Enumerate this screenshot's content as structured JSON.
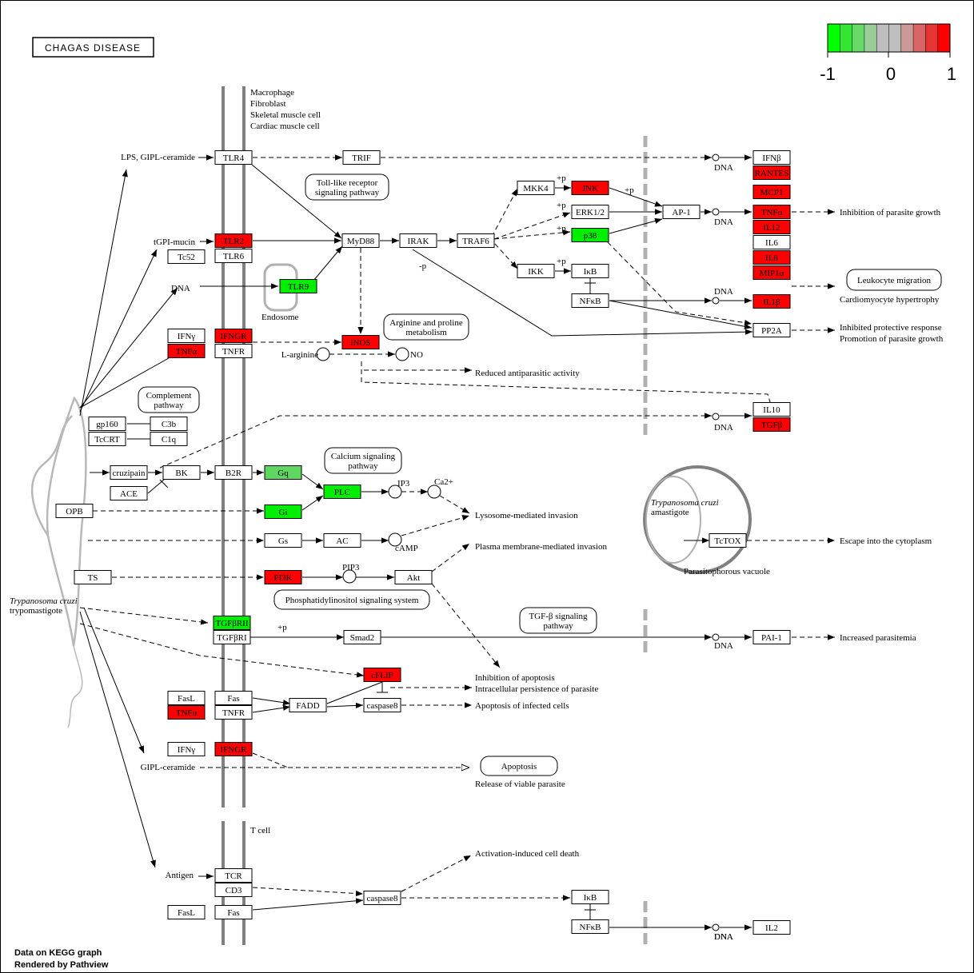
{
  "title": "CHAGAS DISEASE",
  "colors": {
    "up": "#ff0000",
    "down": "#00ee00",
    "down_light": "#5fd65f",
    "none": "#ffffff",
    "membrane": "#808080",
    "pathway_gray": "#c0c0c0"
  },
  "legend": {
    "min_label": "-1",
    "mid_label": "0",
    "max_label": "1",
    "colors": [
      "#00ff00",
      "#33e633",
      "#66d966",
      "#99cc99",
      "#bebebe",
      "#bebebe",
      "#cc9999",
      "#d96666",
      "#e63333",
      "#ff0000"
    ]
  },
  "footer": {
    "line1": "Data on KEGG graph",
    "line2": "Rendered by Pathview"
  },
  "cells": {
    "host": [
      "Macrophage",
      "Fibroblast",
      "Skeletal muscle cell",
      "Cardiac muscle cell"
    ],
    "tcell": "T cell",
    "parasite_italic": "Trypanosoma cruzi",
    "parasite_stage": "trypomastigote",
    "amastigote_italic": "Trypanosoma cruzi",
    "amastigote_stage": "amastigote",
    "vacuole": "Parasitophorous vacuole",
    "endosome": "Endosome"
  },
  "genes": [
    {
      "label": "TLR4",
      "state": "none"
    },
    {
      "label": "TRIF",
      "state": "none"
    },
    {
      "label": "IFNβ",
      "state": "none"
    },
    {
      "label": "RANTES",
      "state": "up"
    },
    {
      "label": "MCP1",
      "state": "up"
    },
    {
      "label": "TNFα",
      "state": "up"
    },
    {
      "label": "IL12",
      "state": "up"
    },
    {
      "label": "IL6",
      "state": "none"
    },
    {
      "label": "IL8",
      "state": "up"
    },
    {
      "label": "MIP1α",
      "state": "up"
    },
    {
      "label": "IL1β",
      "state": "up"
    },
    {
      "label": "PP2A",
      "state": "none"
    },
    {
      "label": "IL10",
      "state": "none"
    },
    {
      "label": "TGFβ",
      "state": "up"
    },
    {
      "label": "TLR2",
      "state": "up"
    },
    {
      "label": "Tc52",
      "state": "none"
    },
    {
      "label": "TLR6",
      "state": "none"
    },
    {
      "label": "TLR9",
      "state": "down"
    },
    {
      "label": "MyD88",
      "state": "none"
    },
    {
      "label": "IRAK",
      "state": "none"
    },
    {
      "label": "TRAF6",
      "state": "none"
    },
    {
      "label": "MKK4",
      "state": "none"
    },
    {
      "label": "JNK",
      "state": "up"
    },
    {
      "label": "ERK1/2",
      "state": "none"
    },
    {
      "label": "p38",
      "state": "down"
    },
    {
      "label": "AP-1",
      "state": "none"
    },
    {
      "label": "IKK",
      "state": "none"
    },
    {
      "label": "IκB",
      "state": "none"
    },
    {
      "label": "NFκB",
      "state": "none"
    },
    {
      "label": "IFNγ",
      "state": "none"
    },
    {
      "label": "IFNGR",
      "state": "up"
    },
    {
      "label": "TNFα",
      "state": "up"
    },
    {
      "label": "TNFR",
      "state": "none"
    },
    {
      "label": "iNOS",
      "state": "up"
    },
    {
      "label": "gp160",
      "state": "none"
    },
    {
      "label": "TcCRT",
      "state": "none"
    },
    {
      "label": "C3b",
      "state": "none"
    },
    {
      "label": "C1q",
      "state": "none"
    },
    {
      "label": "cruzipain",
      "state": "none"
    },
    {
      "label": "ACE",
      "state": "none"
    },
    {
      "label": "BK",
      "state": "none"
    },
    {
      "label": "B2R",
      "state": "none"
    },
    {
      "label": "Gq",
      "state": "down_light"
    },
    {
      "label": "PLC",
      "state": "down"
    },
    {
      "label": "OPB",
      "state": "none"
    },
    {
      "label": "Gi",
      "state": "down"
    },
    {
      "label": "Gs",
      "state": "none"
    },
    {
      "label": "AC",
      "state": "none"
    },
    {
      "label": "TS",
      "state": "none"
    },
    {
      "label": "PI3K",
      "state": "up"
    },
    {
      "label": "Akt",
      "state": "none"
    },
    {
      "label": "TcTOX",
      "state": "none"
    },
    {
      "label": "TGFβRII",
      "state": "down"
    },
    {
      "label": "TGFβRI",
      "state": "none"
    },
    {
      "label": "Smad2",
      "state": "none"
    },
    {
      "label": "PAI-1",
      "state": "none"
    },
    {
      "label": "cFLIP",
      "state": "up"
    },
    {
      "label": "FasL",
      "state": "none"
    },
    {
      "label": "Fas",
      "state": "none"
    },
    {
      "label": "TNFα",
      "state": "up"
    },
    {
      "label": "TNFR",
      "state": "none"
    },
    {
      "label": "FADD",
      "state": "none"
    },
    {
      "label": "caspase8",
      "state": "none"
    },
    {
      "label": "IFNγ",
      "state": "none"
    },
    {
      "label": "IFNGR",
      "state": "up"
    },
    {
      "label": "TCR",
      "state": "none"
    },
    {
      "label": "CD3",
      "state": "none"
    },
    {
      "label": "FasL",
      "state": "none"
    },
    {
      "label": "Fas",
      "state": "none"
    },
    {
      "label": "caspase8",
      "state": "none"
    },
    {
      "label": "IκB",
      "state": "none"
    },
    {
      "label": "NFκB",
      "state": "none"
    },
    {
      "label": "IL2",
      "state": "none"
    }
  ],
  "pathways": [
    {
      "lines": [
        "Toll-like receptor",
        "signaling pathway"
      ]
    },
    {
      "lines": [
        "Arginine and proline",
        "metabolism"
      ]
    },
    {
      "lines": [
        "Complement",
        "pathway"
      ]
    },
    {
      "lines": [
        "Calcium signaling",
        "pathway"
      ]
    },
    {
      "lines": [
        "Phosphatidylinositol signaling system"
      ]
    },
    {
      "lines": [
        "TGF-β signaling",
        "pathway"
      ]
    },
    {
      "lines": [
        "Apoptosis"
      ]
    },
    {
      "lines": [
        "Leukocyte migration"
      ]
    }
  ],
  "compounds": [
    {
      "label": "L-arginine"
    },
    {
      "label": "NO"
    },
    {
      "label": "IP3"
    },
    {
      "label": "Ca2+"
    },
    {
      "label": "cAMP"
    },
    {
      "label": "PIP3"
    }
  ],
  "texts": [
    "LPS, GIPL-ceramide",
    "tGPI-mucin",
    "DNA",
    "GIPL-ceramide",
    "Antigen",
    "DNA",
    "DNA",
    "DNA",
    "DNA",
    "DNA",
    "DNA",
    "DNA",
    "+p",
    "+p",
    "+p",
    "+p",
    "+p",
    "+p",
    "-p",
    "Inhibition of parasite growth",
    "Cardiomyocyte hypertrophy",
    "Inhibited protective response",
    "Promotion of parasite growth",
    "Reduced antiparasitic activity",
    "Lysosome-mediated invasion",
    "Plasma membrane-mediated invasion",
    "Escape into the cytoplasm",
    "Increased parasitemia",
    "Inhibition of apoptosis",
    "Intracellular persistence of parasite",
    "Apoptosis of infected cells",
    "Release of viable parasite",
    "Activation-induced cell death"
  ]
}
